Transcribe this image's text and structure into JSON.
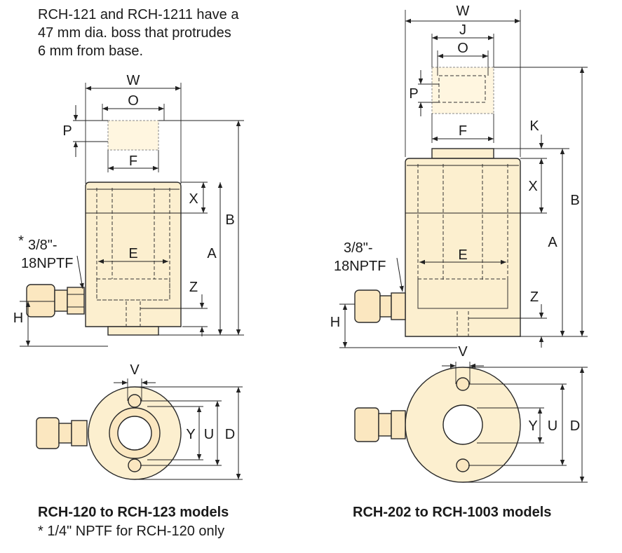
{
  "note": {
    "line1": "RCH-121 and RCH-1211 have a",
    "line2": "47 mm dia. boss that protrudes",
    "line3": "6 mm from base."
  },
  "captions": {
    "left": "RCH-120 to RCH-123 models",
    "right": "RCH-202 to RCH-1003 models",
    "footnote": "*  1/4\" NPTF for RCH-120 only"
  },
  "labels": {
    "W": "W",
    "O": "O",
    "P": "P",
    "F": "F",
    "J": "J",
    "K": "K",
    "X": "X",
    "B": "B",
    "A": "A",
    "E": "E",
    "Z": "Z",
    "H": "H",
    "V": "V",
    "Y": "Y",
    "U": "U",
    "D": "D",
    "port_star": "*",
    "port_left_1": "3/8\"-",
    "port_left_2": "18NPTF",
    "port_right_1": "3/8\"-",
    "port_right_2": "18NPTF"
  },
  "colors": {
    "body": "#fcefcf",
    "outline": "#2a2a2a"
  }
}
